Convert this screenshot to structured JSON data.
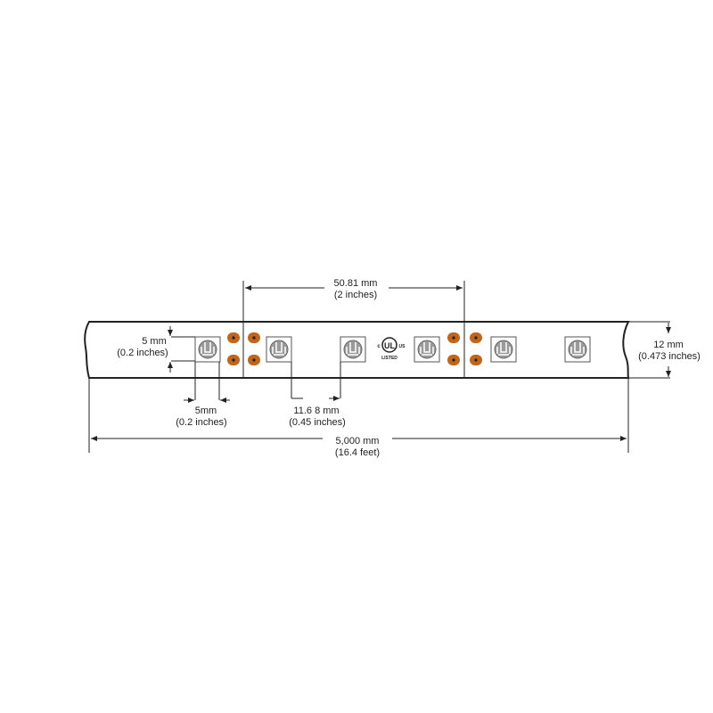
{
  "colors": {
    "pad": "#c2641a",
    "line": "#222222",
    "led": "#9a9a9a"
  },
  "dimensions": {
    "cut_spacing": {
      "mm": "50.81 mm",
      "in": "(2 inches)"
    },
    "led_width": {
      "mm": "5 mm",
      "in": "(0.2 inches)"
    },
    "led_length": {
      "mm": "5mm",
      "in": "(0.2 inches)"
    },
    "led_gap": {
      "mm": "11.6 8 mm",
      "in": "(0.45 inches)"
    },
    "strip_width": {
      "mm": "12 mm",
      "in": "(0.473 inches)"
    },
    "total_length": {
      "mm": "5,000 mm",
      "in": "(16.4 feet)"
    }
  },
  "ul_mark": {
    "c": "c",
    "ul": "UL",
    "us": "US",
    "listed": "LISTED"
  }
}
